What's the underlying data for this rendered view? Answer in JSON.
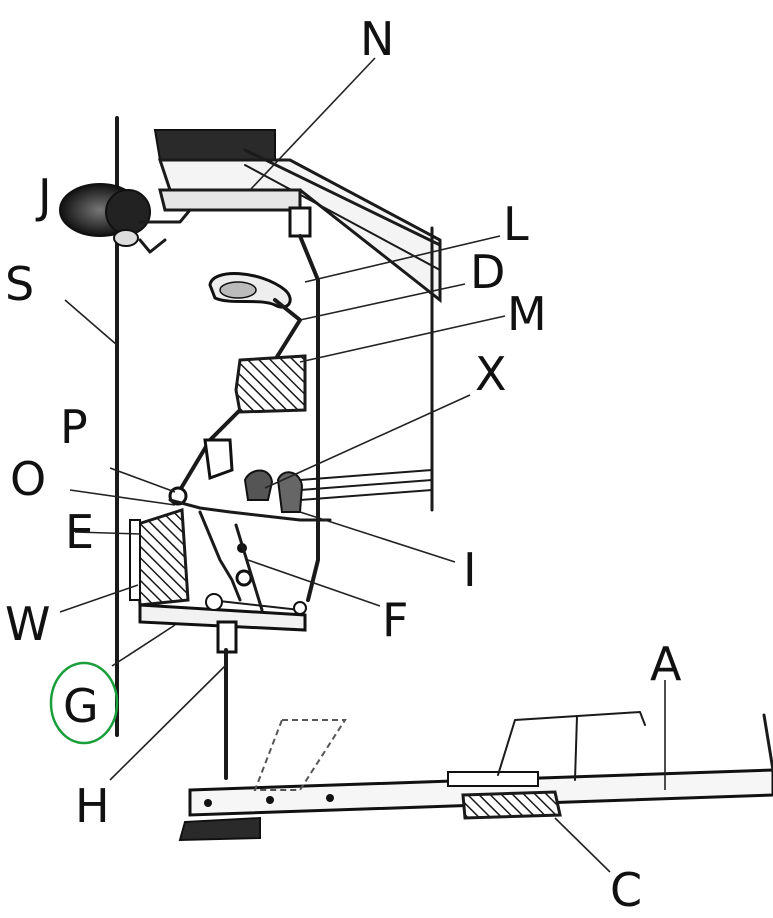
{
  "diagram": {
    "labels": {
      "N": "N",
      "J": "J",
      "L": "L",
      "D": "D",
      "S": "S",
      "M": "M",
      "X": "X",
      "P": "P",
      "O": "O",
      "E": "E",
      "I": "I",
      "W": "W",
      "F": "F",
      "A": "A",
      "G": "G",
      "H": "H",
      "C": "C"
    },
    "highlight": {
      "label": "G",
      "color": "#1a9e3a"
    }
  }
}
